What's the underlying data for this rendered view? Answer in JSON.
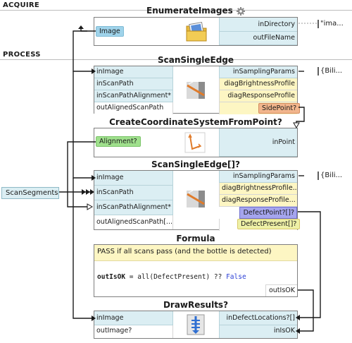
{
  "sections": {
    "acquire": "ACQUIRE",
    "process": "PROCESS"
  },
  "nodes": {
    "enumerate": {
      "title": "EnumerateImages",
      "icon": "gear-icon",
      "outputs": [
        "Image"
      ],
      "inputs": [
        "inDirectory",
        "outFileName"
      ],
      "ext_value": "\"ima..."
    },
    "scan1": {
      "title": "ScanSingleEdge",
      "inputs": [
        "inImage",
        "inScanPath",
        "inScanPathAlignment*",
        "outAlignedScanPath"
      ],
      "outputs": [
        "inSamplingParams",
        "diagBrightnessProfile",
        "diagResponseProfile",
        "SidePoint?"
      ],
      "ext_value": "{Bili..."
    },
    "coord": {
      "title": "CreateCoordinateSystemFromPoint?",
      "output_chip": "Alignment?",
      "input": "inPoint"
    },
    "scan2": {
      "title": "ScanSingleEdge[]?",
      "inputs": [
        "inImage",
        "inScanPath",
        "inScanPathAlignment*",
        "outAlignedScanPath[..."
      ],
      "outputs": [
        "inSamplingParams",
        "diagBrightnessProfile...",
        "diagResponseProfile...",
        "DefectPoint?[]?",
        "DefectPresent[]?"
      ],
      "ext_value": "{Bili..."
    },
    "formula": {
      "title": "Formula",
      "comment": "PASS if all scans pass (and the bottle is detected)",
      "code_var": "outIsOK",
      "code_op": " = all(",
      "code_arg": "DefectPresent",
      "code_close": ") ?? ",
      "code_kw": "False",
      "output": "outIsOK"
    },
    "draw": {
      "title": "DrawResults?",
      "inputs_left": [
        "inImage",
        "outImage?"
      ],
      "inputs_right": [
        "inDefectLocations?[]",
        "inIsOK"
      ]
    }
  },
  "side_input": "ScanSegments",
  "colors": {
    "port_bg": "#dbeef3",
    "yellow": "#fdf6c3",
    "orange": "#f2b58c",
    "purple": "#a5a5ee",
    "chip_blue": "#9fd3ea",
    "chip_green": "#9fe08c"
  }
}
